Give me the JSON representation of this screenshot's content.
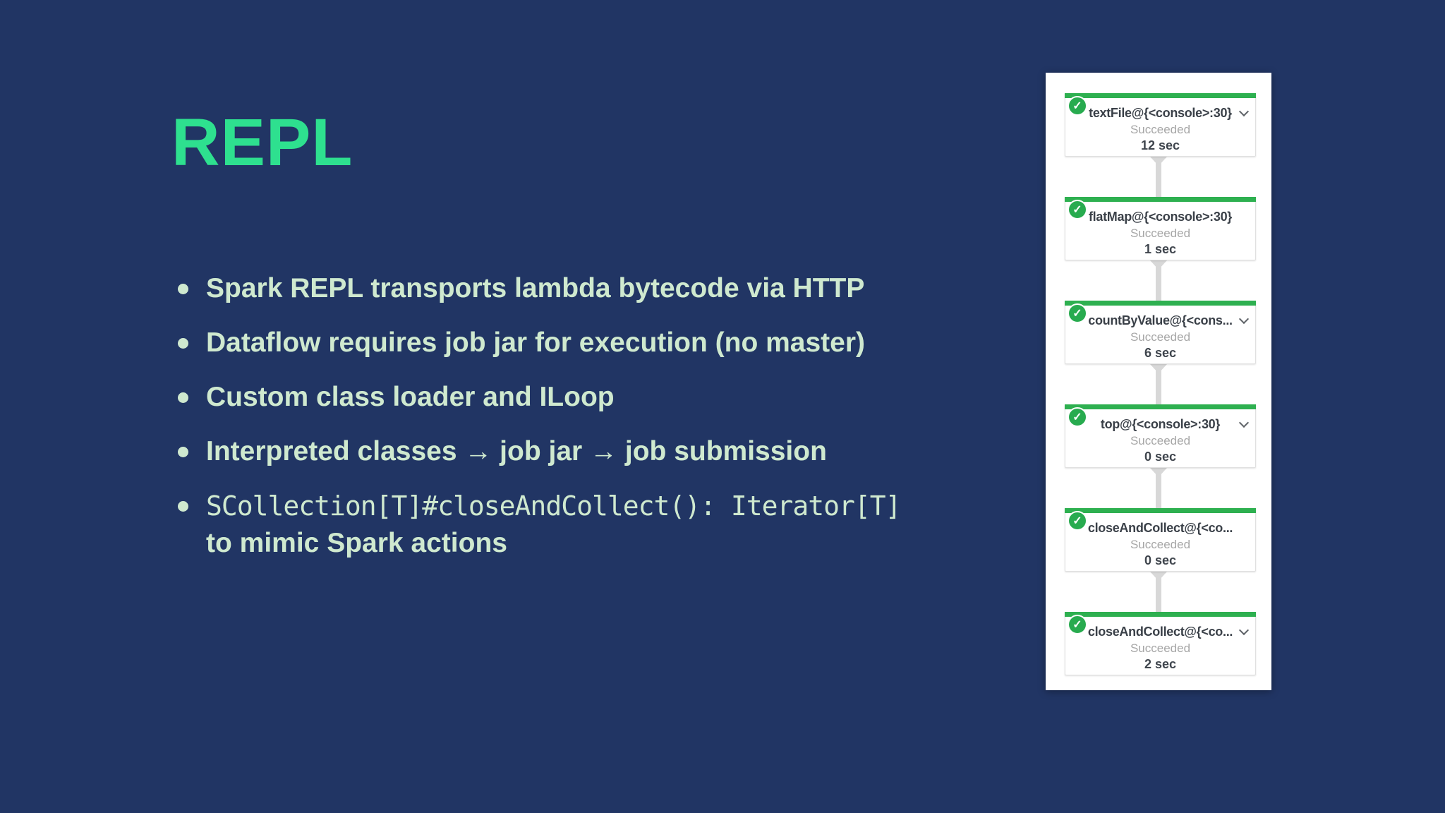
{
  "slide": {
    "title": "REPL",
    "bullets": [
      {
        "text": "Spark REPL transports lambda bytecode via HTTP"
      },
      {
        "text": "Dataflow requires job jar for execution (no master)"
      },
      {
        "text": "Custom class loader and ILoop"
      },
      {
        "text": "Interpreted classes → job jar → job submission"
      },
      {
        "code": "SCollection[T]#closeAndCollect(): Iterator[T]",
        "text": "to mimic Spark actions"
      }
    ]
  },
  "pipeline": {
    "steps": [
      {
        "label": "textFile@{<console>:30}",
        "status": "Succeeded",
        "duration": "12 sec"
      },
      {
        "label": "flatMap@{<console>:30}",
        "status": "Succeeded",
        "duration": "1 sec"
      },
      {
        "label": "countByValue@{<cons...",
        "status": "Succeeded",
        "duration": "6 sec"
      },
      {
        "label": "top@{<console>:30}",
        "status": "Succeeded",
        "duration": "0 sec"
      },
      {
        "label": "closeAndCollect@{<co...",
        "status": "Succeeded",
        "duration": "0 sec"
      },
      {
        "label": "closeAndCollect@{<co...",
        "status": "Succeeded",
        "duration": "2 sec"
      }
    ]
  },
  "icons": {
    "check": "✓"
  },
  "colors": {
    "background": "#213564",
    "title_green": "#2ee08f",
    "bullet_text": "#cfe9cf",
    "card_bar_green": "#2eb050",
    "check_green": "#28ab4f",
    "status_gray": "#a6a6a6"
  }
}
